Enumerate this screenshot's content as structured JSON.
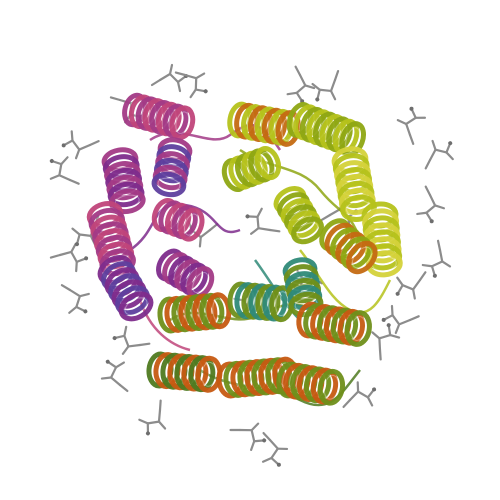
{
  "image": {
    "kind": "protein-structure-render",
    "style": "ribbon cartoon with stick ligands",
    "background_color": "#ffffff",
    "subunits": [
      {
        "name": "magenta-subunit",
        "colors": [
          "#a23a86",
          "#7e2c8c",
          "#c0457a",
          "#5e3f9e"
        ]
      },
      {
        "name": "yellow-green-subunit",
        "colors": [
          "#b5c21b",
          "#8ea613",
          "#d4d23a",
          "#c46a12"
        ]
      },
      {
        "name": "olive-orange-subunit",
        "colors": [
          "#6f8f1a",
          "#c65a12",
          "#4f7a20",
          "#2f8a78"
        ]
      }
    ],
    "ligand_color": "#8c8c8c"
  }
}
